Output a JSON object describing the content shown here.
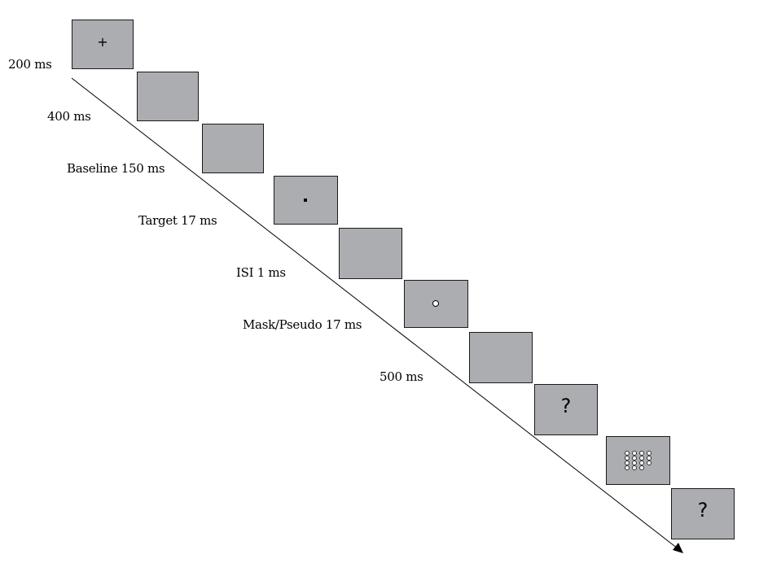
{
  "diagram": {
    "title": "",
    "steps": [
      {
        "label": "200  ms",
        "content": "fixation-cross",
        "symbol": "+"
      },
      {
        "label": "400 ms",
        "content": "blank"
      },
      {
        "label": "Baseline 150 ms",
        "content": "blank"
      },
      {
        "label": "Target 17 ms",
        "content": "target-dot"
      },
      {
        "label": "ISI  1 ms",
        "content": "blank"
      },
      {
        "label": "Mask/Pseudo  17 ms",
        "content": "mask-circle"
      },
      {
        "label": "500  ms",
        "content": "blank"
      },
      {
        "label": "",
        "content": "question",
        "symbol": "?"
      },
      {
        "label": "",
        "content": "response-grid"
      },
      {
        "label": "",
        "content": "question",
        "symbol": "?"
      }
    ],
    "colors": {
      "frame_fill": "#acadb0",
      "frame_border": "#1a1a1a",
      "arrow": "#000000"
    }
  }
}
